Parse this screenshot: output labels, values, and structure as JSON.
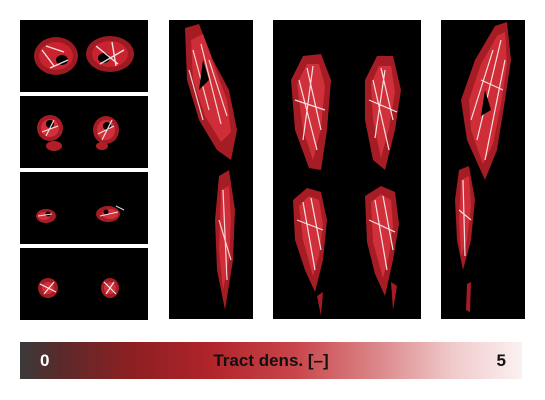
{
  "colorbar": {
    "min_label": "0",
    "title": "Tract dens. [–]",
    "max_label": "5",
    "colors": [
      "#3a3a3a",
      "#8c1f22",
      "#b0242a",
      "#dc8a8d",
      "#fbf1f1"
    ]
  },
  "colors": {
    "background": "#000000",
    "tissue_dark": "#7a1418",
    "tissue": "#c21f2a",
    "tissue_light": "#f3c6c8",
    "tract_highlight": "#ffffff"
  }
}
